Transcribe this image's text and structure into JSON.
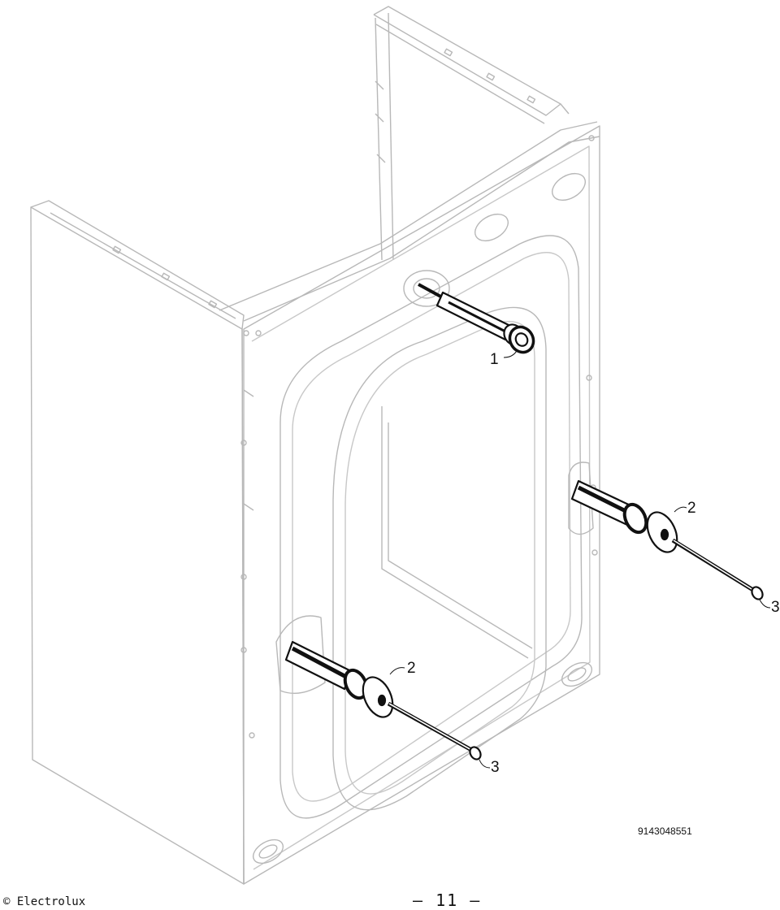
{
  "diagram": {
    "callouts": {
      "item_1": "1",
      "item_2a": "2",
      "item_2b": "2",
      "item_3a": "3",
      "item_3b": "3"
    },
    "document_number": "9143048551"
  },
  "footer": {
    "copyright": "© Electrolux",
    "page_number": "– 11 –"
  },
  "colors": {
    "cabinet_line": "#b8b8b8",
    "part_line": "#111111",
    "background": "#ffffff"
  }
}
